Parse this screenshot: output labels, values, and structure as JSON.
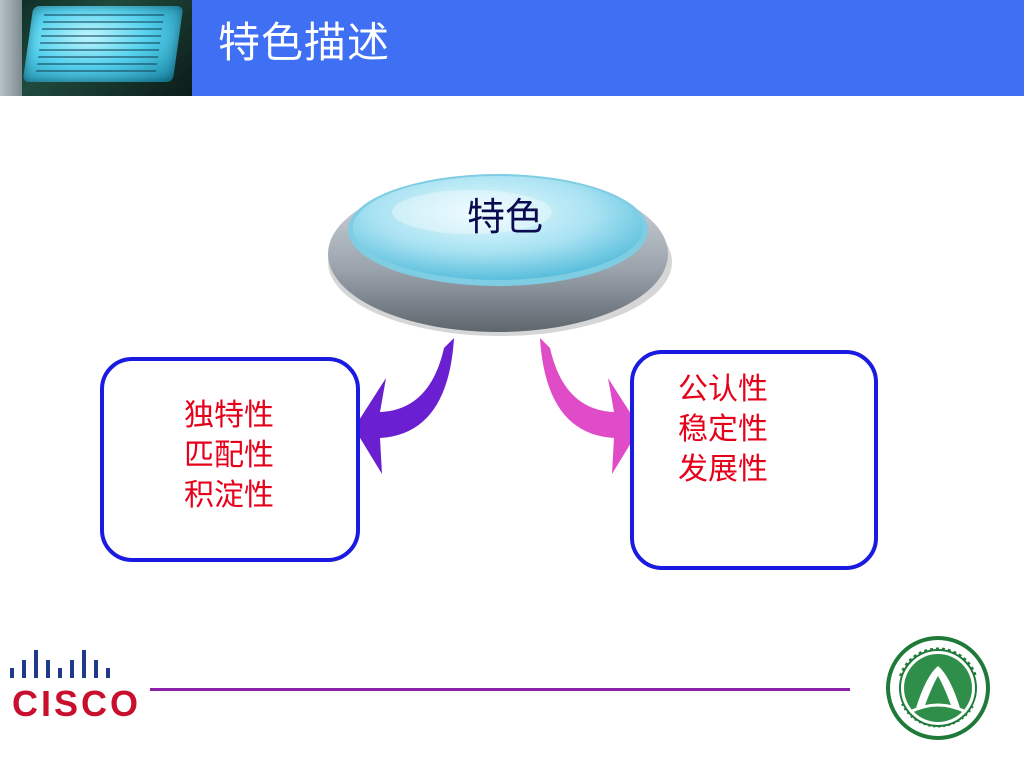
{
  "header": {
    "title": "特色描述"
  },
  "diagram": {
    "center": "特色",
    "left_box": [
      "独特性",
      "匹配性",
      "积淀性"
    ],
    "right_box": [
      "公认性",
      "稳定性",
      "发展性"
    ]
  },
  "footer": {
    "logo_text": "CISCO"
  },
  "colors": {
    "header_bg": "#3f6ff2",
    "box_border": "#1a1ae0",
    "box_text": "#e6001a",
    "left_arrow": "#6a1fd0",
    "right_arrow": "#e04cc8",
    "footer_line": "#8a1fa8",
    "cisco_red": "#c8102e",
    "seal_green": "#1f7a3a"
  }
}
